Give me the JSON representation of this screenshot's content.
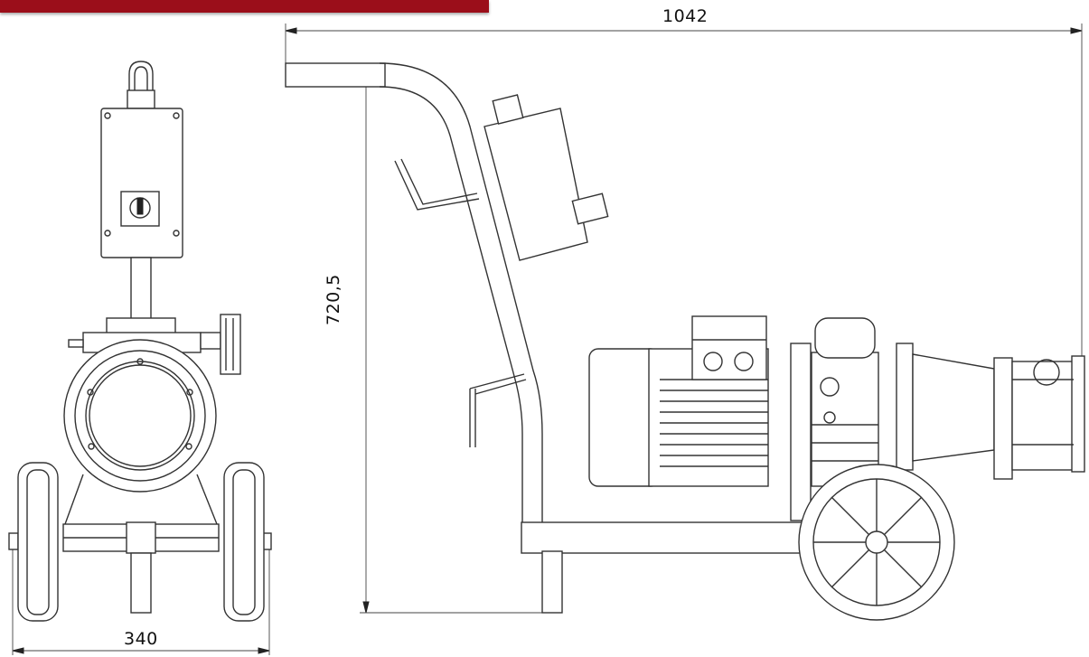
{
  "dimensions": {
    "total_length": "1042",
    "height": "720,5",
    "width": "340"
  },
  "colors": {
    "banner": "#9b0e1a",
    "line": "#333333"
  }
}
